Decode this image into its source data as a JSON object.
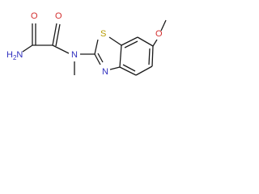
{
  "structure": {
    "atoms": [
      {
        "id": "N1",
        "element": "N",
        "label": "H2N",
        "color": "#2f2fbf"
      },
      {
        "id": "O1",
        "element": "O",
        "label": "O",
        "color": "#d32f2f"
      },
      {
        "id": "O2",
        "element": "O",
        "label": "O",
        "color": "#d32f2f"
      },
      {
        "id": "N2",
        "element": "N",
        "label": "N",
        "color": "#2f2fbf"
      },
      {
        "id": "S1",
        "element": "S",
        "label": "S",
        "color": "#b59a00"
      },
      {
        "id": "N3",
        "element": "N",
        "label": "N",
        "color": "#2f2fbf"
      },
      {
        "id": "O3",
        "element": "O",
        "label": "O",
        "color": "#d32f2f"
      }
    ],
    "colors": {
      "bond": "#1a1a1a",
      "nitrogen": "#2f2fbf",
      "oxygen": "#d32f2f",
      "sulfur": "#b59a00"
    }
  }
}
